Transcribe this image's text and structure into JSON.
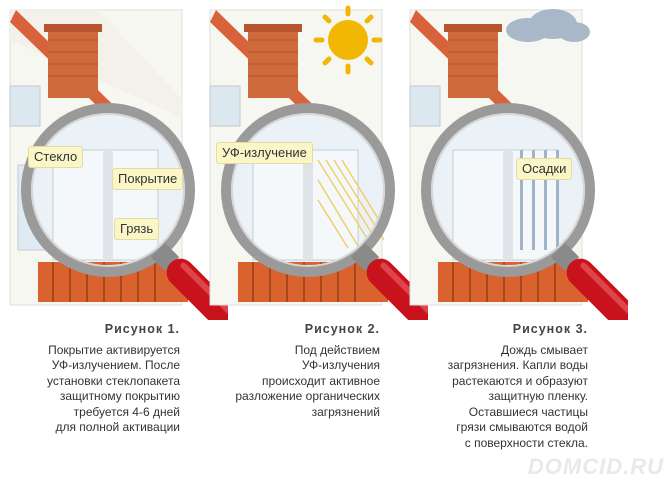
{
  "panels": [
    {
      "labels": {
        "glass": "Стекло",
        "coating": "Покрытие",
        "dirt": "Грязь"
      },
      "caption_title": "Рисунок 1.",
      "caption_lines": [
        "Покрытие активируется",
        "УФ-излучением. После",
        "установки стеклопакета",
        "защитному покрытию",
        "требуется 4-6 дней",
        "для полной активации"
      ]
    },
    {
      "labels": {
        "uv": "УФ-излучение"
      },
      "caption_title": "Рисунок 2.",
      "caption_lines": [
        "Под действием",
        "УФ-излучения",
        "происходит активное",
        "разложение органических",
        "загрязнений"
      ]
    },
    {
      "labels": {
        "rain": "Осадки"
      },
      "caption_title": "Рисунок 3.",
      "caption_lines": [
        "Дождь смывает",
        "загрязнения. Капли воды",
        "растекаются и образуют",
        "защитную пленку.",
        "Оставшиеся частицы",
        "грязи смываются водой",
        "с поверхности стекла."
      ]
    }
  ],
  "watermark": "DOMCID.RU",
  "colors": {
    "roof": "#d8623a",
    "brick": "#cf6a3d",
    "fence": "#d9622e",
    "handle": "#c8131c",
    "lens_rim": "#9a9a9a",
    "sun": "#f2b705",
    "cloud": "#a8b8c8",
    "label_bg": "#fbf6c8"
  }
}
